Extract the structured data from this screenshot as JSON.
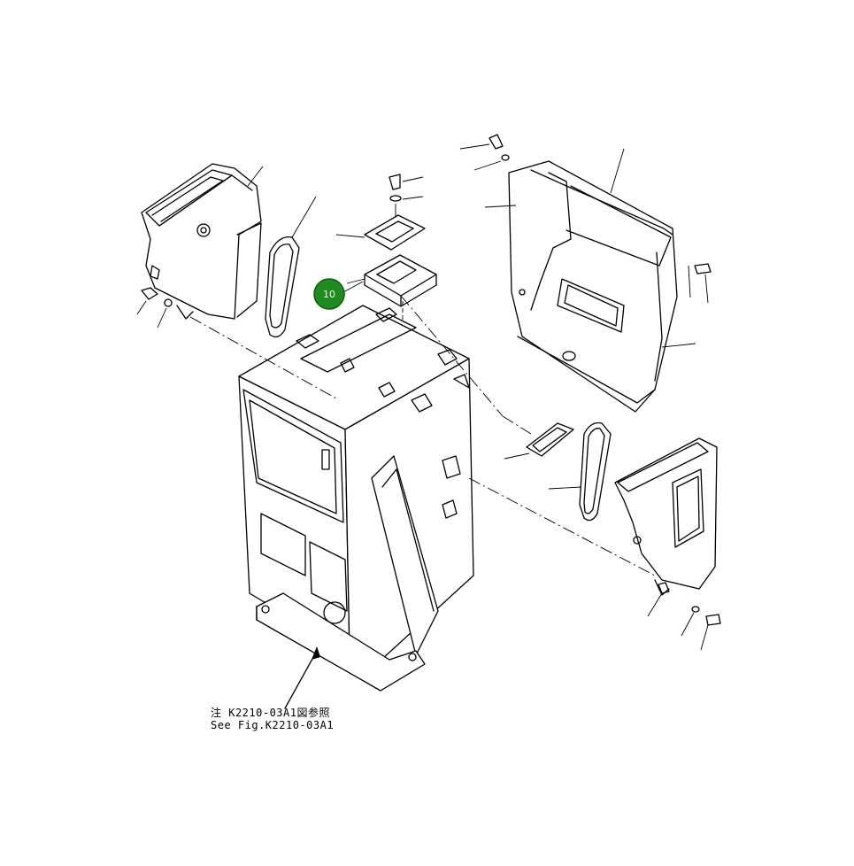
{
  "callouts": [
    {
      "label": "10",
      "color": "#1e8c1e"
    }
  ],
  "reference_note": {
    "line_jp": "注 K2210-03A1図参照",
    "line_en": "See Fig.K2210-03A1"
  }
}
